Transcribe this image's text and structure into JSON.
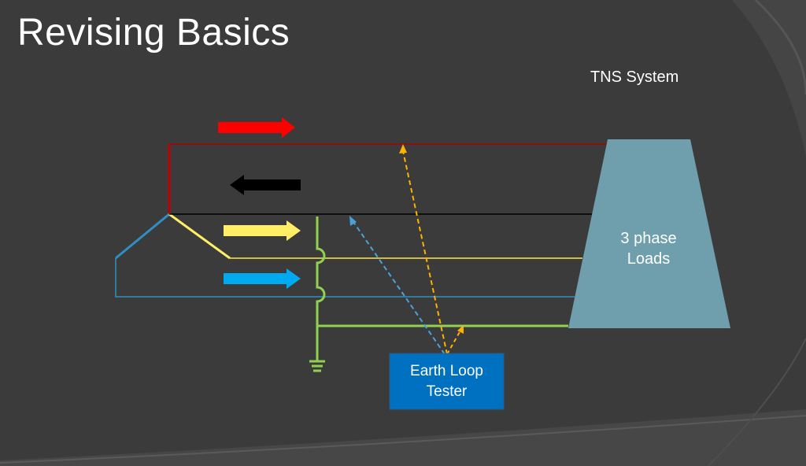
{
  "slide": {
    "title": "Revising Basics",
    "subtitle": "TNS System"
  },
  "diagram": {
    "load_label": "3 phase\nLoads",
    "tester_label": "Earth Loop\nTester",
    "colors": {
      "background": "#3b3b3b",
      "red_phase": "#ff0000",
      "red_line": "#8b1010",
      "neutral": "#000000",
      "yellow_phase": "#ffee66",
      "blue_phase": "#00aaee",
      "blue_line": "#2f8fc0",
      "earth": "#92d050",
      "load": "#6f9fad",
      "tester": "#0070c0",
      "test_path_orange": "#ffb000"
    }
  }
}
